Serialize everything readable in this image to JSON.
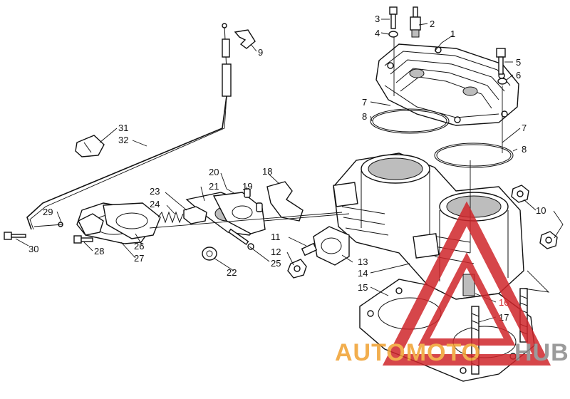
{
  "diagram": {
    "callouts": [
      {
        "id": "1",
        "label": "1"
      },
      {
        "id": "2",
        "label": "2"
      },
      {
        "id": "3",
        "label": "3"
      },
      {
        "id": "4",
        "label": "4"
      },
      {
        "id": "5",
        "label": "5"
      },
      {
        "id": "6",
        "label": "6"
      },
      {
        "id": "7a",
        "label": "7"
      },
      {
        "id": "8a",
        "label": "8"
      },
      {
        "id": "7b",
        "label": "7"
      },
      {
        "id": "8b",
        "label": "8"
      },
      {
        "id": "9",
        "label": "9"
      },
      {
        "id": "10",
        "label": "10"
      },
      {
        "id": "11",
        "label": "11"
      },
      {
        "id": "12",
        "label": "12"
      },
      {
        "id": "13",
        "label": "13"
      },
      {
        "id": "14",
        "label": "14"
      },
      {
        "id": "15",
        "label": "15"
      },
      {
        "id": "16",
        "label": "16"
      },
      {
        "id": "17",
        "label": "17"
      },
      {
        "id": "18",
        "label": "18"
      },
      {
        "id": "19",
        "label": "19"
      },
      {
        "id": "20",
        "label": "20"
      },
      {
        "id": "21",
        "label": "21"
      },
      {
        "id": "22",
        "label": "22"
      },
      {
        "id": "23",
        "label": "23"
      },
      {
        "id": "24",
        "label": "24"
      },
      {
        "id": "25",
        "label": "25"
      },
      {
        "id": "26",
        "label": "26"
      },
      {
        "id": "27",
        "label": "27"
      },
      {
        "id": "28",
        "label": "28"
      },
      {
        "id": "29",
        "label": "29"
      },
      {
        "id": "30",
        "label": "30"
      },
      {
        "id": "31",
        "label": "31"
      },
      {
        "id": "32",
        "label": "32"
      }
    ]
  },
  "watermark": {
    "text_auto": "AUTOMOTO",
    "text_hub": "HUB",
    "color_red": "#d0262b",
    "color_orange": "#f0a030",
    "color_gray": "#8a8a8a"
  }
}
